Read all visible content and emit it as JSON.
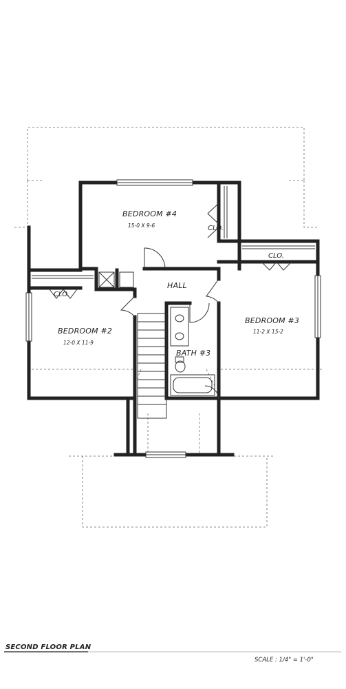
{
  "rooms": {
    "bedroom4": {
      "name": "BEDROOM #4",
      "dims": "15-0 X 9-6"
    },
    "bedroom2": {
      "name": "BEDROOM #2",
      "dims": "12-0 X 11-9"
    },
    "bedroom3": {
      "name": "BEDROOM #3",
      "dims": "11-2 X 15-2"
    },
    "hall": {
      "name": "HALL"
    },
    "bath3": {
      "name": "BATH #3"
    },
    "closet_b4": {
      "name": "CLO."
    },
    "closet_b2": {
      "name": "CLO."
    },
    "closet_b3": {
      "name": "CLO."
    }
  },
  "footer": {
    "plan_title": "SECOND FLOOR PLAN",
    "scale": "SCALE : 1/4\" = 1'-0\""
  }
}
